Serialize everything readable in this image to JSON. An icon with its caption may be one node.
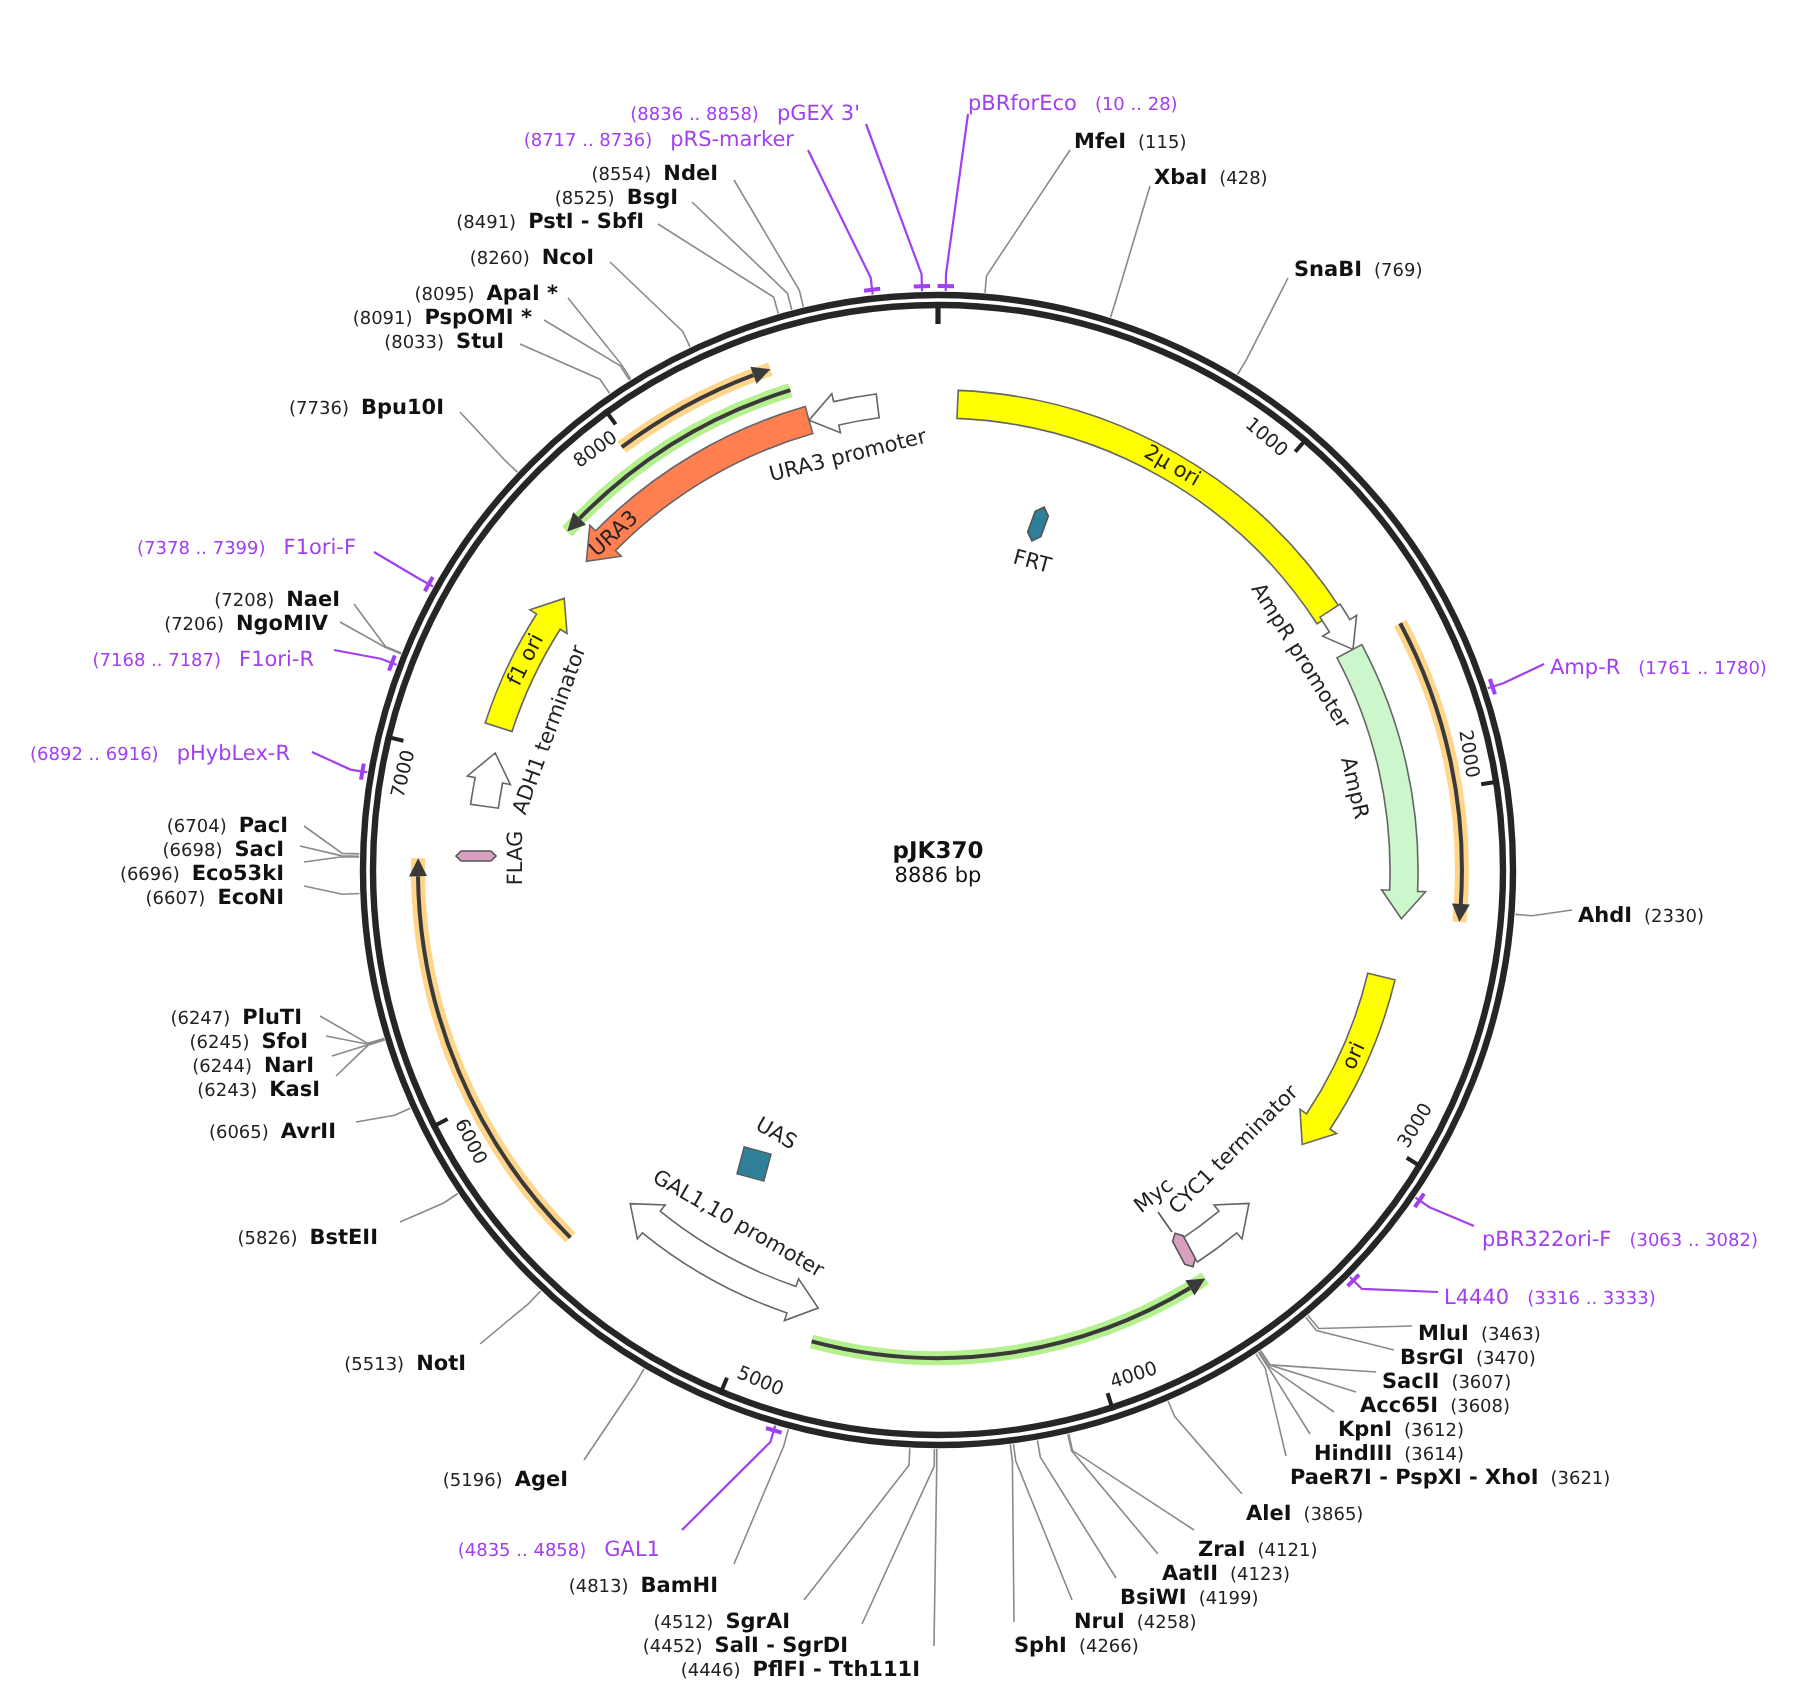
{
  "diagram": {
    "nodes": [
      {
        "text": [
          "pJK370",
          "8886 bp"
        ]
      },
      {
        "text": [
          "2μ ori"
        ],
        "in": 0
      },
      {
        "text": [
          "FRT"
        ],
        "in": 0
      },
      {
        "text": [
          "AmpR promoter"
        ],
        "in": 0
      },
      {
        "text": [
          "AmpR"
        ],
        "in": 0
      },
      {
        "text": [],
        "shape": "arrow",
        "in": 0
      },
      {
        "text": [
          "ori"
        ],
        "in": 0
      },
      {
        "text": [
          "CYC1 terminator"
        ],
        "in": 0
      },
      {
        "text": [
          "Myc"
        ],
        "in": 0
      },
      {
        "text": [],
        "shape": "arrow",
        "in": 0
      },
      {
        "text": [
          "GAL1,10 promoter"
        ],
        "in": 0
      },
      {
        "text": [
          "UAS"
        ],
        "in": 0
      },
      {
        "text": [],
        "shape": "arrow",
        "in": 0
      },
      {
        "text": [
          "FLAG"
        ],
        "in": 0
      },
      {
        "text": [
          "ADH1 terminator"
        ],
        "in": 0
      },
      {
        "text": [
          "f1 ori"
        ],
        "in": 0
      },
      {
        "text": [
          "URA3"
        ],
        "in": 0
      },
      {
        "text": [],
        "shape": "arrow",
        "in": 0
      },
      {
        "text": [],
        "shape": "arrow",
        "in": 0
      },
      {
        "text": [
          "URA3 promoter"
        ],
        "in": 0
      },
      {
        "text": [
          "(8836 .. 8858)",
          "pGEX 3'"
        ]
      },
      {
        "text": [
          "(8717 .. 8736)",
          "pRS-marker"
        ]
      },
      {
        "text": [
          "(8554)",
          "NdeI"
        ]
      },
      {
        "text": [
          "(8525)",
          "BsgI"
        ]
      },
      {
        "text": [
          "(8491)",
          "PstI - SbfI"
        ]
      },
      {
        "text": [
          "(8260)",
          "NcoI"
        ]
      },
      {
        "text": [
          "(8095)",
          "ApaI *"
        ]
      },
      {
        "text": [
          "(8091)",
          "PspOMI *"
        ]
      },
      {
        "text": [
          "(8033)",
          "StuI"
        ]
      },
      {
        "text": [
          "(7736)",
          "Bpu10I"
        ]
      },
      {
        "text": [
          "(7378 .. 7399)",
          "F1ori-F"
        ]
      },
      {
        "text": [
          "(7208)",
          "NaeI"
        ]
      },
      {
        "text": [
          "(7206)",
          "NgoMIV"
        ]
      },
      {
        "text": [
          "(7168 .. 7187)",
          "F1ori-R"
        ]
      },
      {
        "text": [
          "(6892 .. 6916)",
          "pHybLex-R"
        ]
      },
      {
        "text": [
          "(6704)",
          "PacI"
        ]
      },
      {
        "text": [
          "(6698)",
          "SacI"
        ]
      },
      {
        "text": [
          "(6696)",
          "Eco53kI"
        ]
      },
      {
        "text": [
          "(6607)",
          "EcoNI"
        ]
      },
      {
        "text": [
          "(6247)",
          "PluTI"
        ]
      },
      {
        "text": [
          "(6245)",
          "SfoI"
        ]
      },
      {
        "text": [
          "(6244)",
          "NarI"
        ]
      },
      {
        "text": [
          "(6243)",
          "KasI"
        ]
      },
      {
        "text": [
          "(6065)",
          "AvrII"
        ]
      },
      {
        "text": [
          "(5826)",
          "BstEII"
        ]
      },
      {
        "text": [
          "(5513)",
          "NotI"
        ]
      },
      {
        "text": [
          "(5196)",
          "AgeI"
        ]
      },
      {
        "text": [
          "(4835 .. 4858)",
          "GAL1"
        ]
      },
      {
        "text": [
          "(4813)",
          "BamHI"
        ]
      },
      {
        "text": [
          "(4512)",
          "SgrAI"
        ]
      },
      {
        "text": [
          "(4452)",
          "SalI - SgrDI"
        ]
      },
      {
        "text": [
          "(4446)",
          "PflFI - Tth111I"
        ]
      },
      {
        "text": [
          "SphI",
          "(4266)"
        ]
      },
      {
        "text": [
          "NruI",
          "(4258)"
        ]
      },
      {
        "text": [
          "BsiWI",
          "(4199)"
        ]
      },
      {
        "text": [
          "AatII",
          "(4123)"
        ]
      },
      {
        "text": [
          "ZraI",
          "(4121)"
        ]
      },
      {
        "text": [
          "AleI",
          "(3865)"
        ]
      },
      {
        "text": [
          "PaeR7I - PspXI - XhoI",
          "(3621)"
        ]
      },
      {
        "text": [
          "HindIII",
          "(3614)"
        ]
      },
      {
        "text": [
          "KpnI",
          "(3612)"
        ]
      },
      {
        "text": [
          "Acc65I",
          "(3608)"
        ]
      },
      {
        "text": [
          "SacII",
          "(3607)"
        ]
      },
      {
        "text": [
          "BsrGI",
          "(3470)"
        ]
      },
      {
        "text": [
          "MluI",
          "(3463)"
        ]
      },
      {
        "text": [
          "L4440",
          "(3316 .. 3333)"
        ]
      },
      {
        "text": [
          "pBR322ori-F",
          "(3063 .. 3082)"
        ]
      },
      {
        "text": [
          "AhdI",
          "(2330)"
        ]
      },
      {
        "text": [
          "Amp-R",
          "(1761 .. 1780)"
        ]
      },
      {
        "text": [
          "SnaBI",
          "(769)"
        ]
      },
      {
        "text": [
          "XbaI",
          "(428)"
        ]
      },
      {
        "text": [
          "MfeI",
          "(115)"
        ]
      },
      {
        "text": [
          "pBRforEco",
          "(10 .. 28)"
        ]
      }
    ],
    "edges": [
      {
        "from": 20,
        "to": 0,
        "arrow": "none",
        "color": "#a040f0"
      },
      {
        "from": 21,
        "to": 0,
        "arrow": "none",
        "color": "#a040f0"
      },
      {
        "from": 22,
        "to": 0,
        "arrow": "none"
      },
      {
        "from": 23,
        "to": 0,
        "arrow": "none"
      },
      {
        "from": 24,
        "to": 0,
        "arrow": "none"
      },
      {
        "from": 25,
        "to": 0,
        "arrow": "none"
      },
      {
        "from": 26,
        "to": 0,
        "arrow": "none"
      },
      {
        "from": 27,
        "to": 0,
        "arrow": "none"
      },
      {
        "from": 28,
        "to": 0,
        "arrow": "none"
      },
      {
        "from": 29,
        "to": 0,
        "arrow": "none"
      },
      {
        "from": 30,
        "to": 0,
        "arrow": "none",
        "color": "#a040f0"
      },
      {
        "from": 31,
        "to": 0,
        "arrow": "none"
      },
      {
        "from": 32,
        "to": 0,
        "arrow": "none"
      },
      {
        "from": 33,
        "to": 0,
        "arrow": "none",
        "color": "#a040f0"
      },
      {
        "from": 34,
        "to": 0,
        "arrow": "none",
        "color": "#a040f0"
      },
      {
        "from": 35,
        "to": 0,
        "arrow": "none"
      },
      {
        "from": 36,
        "to": 0,
        "arrow": "none"
      },
      {
        "from": 37,
        "to": 0,
        "arrow": "none"
      },
      {
        "from": 38,
        "to": 0,
        "arrow": "none"
      },
      {
        "from": 39,
        "to": 0,
        "arrow": "none"
      },
      {
        "from": 40,
        "to": 0,
        "arrow": "none"
      },
      {
        "from": 41,
        "to": 0,
        "arrow": "none"
      },
      {
        "from": 42,
        "to": 0,
        "arrow": "none"
      },
      {
        "from": 43,
        "to": 0,
        "arrow": "none"
      },
      {
        "from": 44,
        "to": 0,
        "arrow": "none"
      },
      {
        "from": 45,
        "to": 0,
        "arrow": "none"
      },
      {
        "from": 46,
        "to": 0,
        "arrow": "none"
      },
      {
        "from": 47,
        "to": 0,
        "arrow": "none",
        "color": "#a040f0"
      },
      {
        "from": 48,
        "to": 0,
        "arrow": "none"
      },
      {
        "from": 49,
        "to": 0,
        "arrow": "none"
      },
      {
        "from": 50,
        "to": 0,
        "arrow": "none"
      },
      {
        "from": 51,
        "to": 0,
        "arrow": "none"
      },
      {
        "from": 52,
        "to": 0,
        "arrow": "none"
      },
      {
        "from": 53,
        "to": 0,
        "arrow": "none"
      },
      {
        "from": 54,
        "to": 0,
        "arrow": "none"
      },
      {
        "from": 55,
        "to": 0,
        "arrow": "none"
      },
      {
        "from": 56,
        "to": 0,
        "arrow": "none"
      },
      {
        "from": 57,
        "to": 0,
        "arrow": "none"
      },
      {
        "from": 58,
        "to": 0,
        "arrow": "none"
      },
      {
        "from": 59,
        "to": 0,
        "arrow": "none"
      },
      {
        "from": 60,
        "to": 0,
        "arrow": "none"
      },
      {
        "from": 61,
        "to": 0,
        "arrow": "none"
      },
      {
        "from": 62,
        "to": 0,
        "arrow": "none"
      },
      {
        "from": 63,
        "to": 0,
        "arrow": "none"
      },
      {
        "from": 64,
        "to": 0,
        "arrow": "none"
      },
      {
        "from": 65,
        "to": 0,
        "arrow": "none",
        "color": "#a040f0"
      },
      {
        "from": 66,
        "to": 0,
        "arrow": "none",
        "color": "#a040f0"
      },
      {
        "from": 67,
        "to": 0,
        "arrow": "none"
      },
      {
        "from": 68,
        "to": 0,
        "arrow": "none",
        "color": "#a040f0"
      },
      {
        "from": 69,
        "to": 0,
        "arrow": "none"
      },
      {
        "from": 70,
        "to": 0,
        "arrow": "none"
      },
      {
        "from": 71,
        "to": 0,
        "arrow": "none"
      },
      {
        "from": 72,
        "to": 0,
        "arrow": "none",
        "color": "#a040f0"
      }
    ],
    "labels": [
      "1000",
      "2000",
      "3000",
      "4000",
      "5000",
      "6000",
      "7000",
      "8000"
    ]
  }
}
